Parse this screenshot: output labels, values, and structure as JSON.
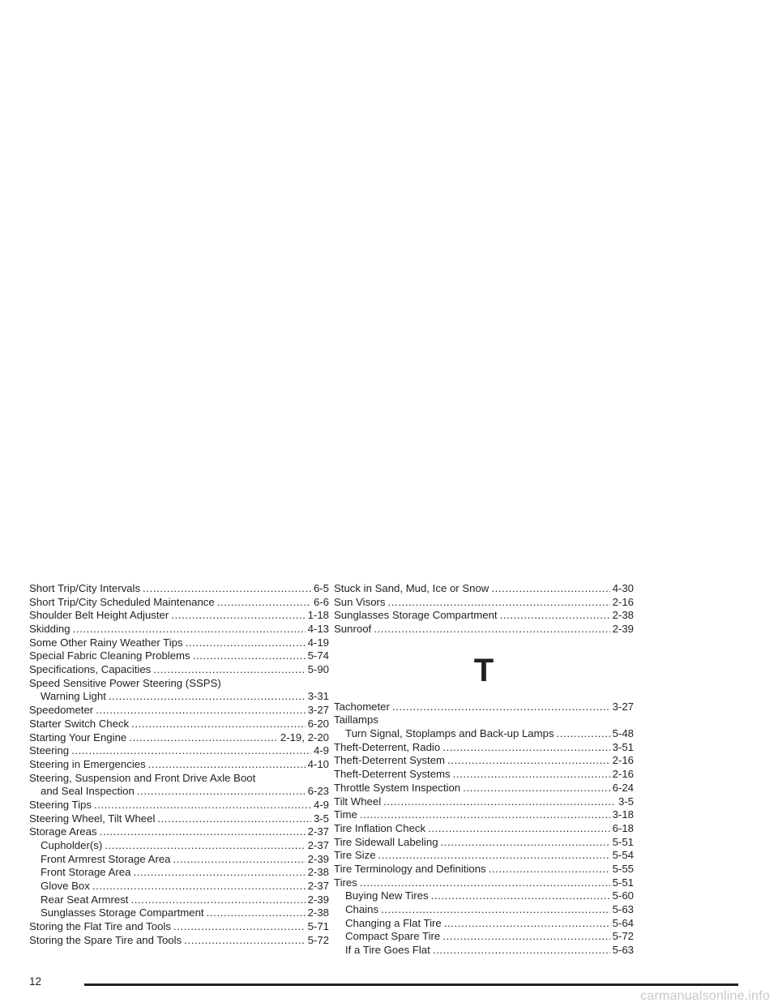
{
  "left_column": [
    {
      "type": "entry",
      "label": "Short Trip/City Intervals",
      "page": "6-5"
    },
    {
      "type": "entry",
      "label": "Short Trip/City Scheduled Maintenance",
      "page": "6-6"
    },
    {
      "type": "entry",
      "label": "Shoulder Belt Height Adjuster",
      "page": "1-18"
    },
    {
      "type": "entry",
      "label": "Skidding",
      "page": "4-13"
    },
    {
      "type": "entry",
      "label": "Some Other Rainy Weather Tips",
      "page": "4-19"
    },
    {
      "type": "entry",
      "label": "Special Fabric Cleaning Problems",
      "page": "5-74"
    },
    {
      "type": "entry",
      "label": "Specifications, Capacities",
      "page": "5-90"
    },
    {
      "type": "heading",
      "label": "Speed Sensitive Power Steering (SSPS)"
    },
    {
      "type": "entry",
      "indent": true,
      "label": "Warning Light",
      "page": "3-31"
    },
    {
      "type": "entry",
      "label": "Speedometer",
      "page": "3-27"
    },
    {
      "type": "entry",
      "label": "Starter Switch Check",
      "page": "6-20"
    },
    {
      "type": "entry",
      "label": "Starting Your Engine",
      "page": "2-19, 2-20"
    },
    {
      "type": "entry",
      "label": "Steering",
      "page": "4-9"
    },
    {
      "type": "entry",
      "label": "Steering in Emergencies",
      "page": "4-10"
    },
    {
      "type": "heading",
      "label": "Steering, Suspension and Front Drive Axle Boot"
    },
    {
      "type": "entry",
      "indent": true,
      "label": "and Seal Inspection",
      "page": "6-23"
    },
    {
      "type": "entry",
      "label": "Steering Tips",
      "page": "4-9"
    },
    {
      "type": "entry",
      "label": "Steering Wheel, Tilt Wheel",
      "page": "3-5"
    },
    {
      "type": "entry",
      "label": "Storage Areas",
      "page": "2-37"
    },
    {
      "type": "entry",
      "indent": true,
      "label": "Cupholder(s)",
      "page": "2-37"
    },
    {
      "type": "entry",
      "indent": true,
      "label": "Front Armrest Storage Area",
      "page": "2-39"
    },
    {
      "type": "entry",
      "indent": true,
      "label": "Front Storage Area",
      "page": "2-38"
    },
    {
      "type": "entry",
      "indent": true,
      "label": "Glove Box",
      "page": "2-37"
    },
    {
      "type": "entry",
      "indent": true,
      "label": "Rear Seat Armrest",
      "page": "2-39"
    },
    {
      "type": "entry",
      "indent": true,
      "label": "Sunglasses Storage Compartment",
      "page": "2-38"
    },
    {
      "type": "entry",
      "label": "Storing the Flat Tire and Tools",
      "page": "5-71"
    },
    {
      "type": "entry",
      "label": "Storing the Spare Tire and Tools",
      "page": "5-72"
    }
  ],
  "right_column": [
    {
      "type": "entry",
      "label": "Stuck in Sand, Mud, Ice or Snow",
      "page": "4-30"
    },
    {
      "type": "entry",
      "label": "Sun Visors",
      "page": "2-16"
    },
    {
      "type": "entry",
      "label": "Sunglasses Storage Compartment",
      "page": "2-38"
    },
    {
      "type": "entry",
      "label": "Sunroof",
      "page": "2-39"
    },
    {
      "type": "letter",
      "label": "T"
    },
    {
      "type": "entry",
      "label": "Tachometer",
      "page": "3-27"
    },
    {
      "type": "heading",
      "label": "Taillamps"
    },
    {
      "type": "entry",
      "indent": true,
      "label": "Turn Signal, Stoplamps and Back-up Lamps",
      "page": "5-48"
    },
    {
      "type": "entry",
      "label": "Theft-Deterrent, Radio",
      "page": "3-51"
    },
    {
      "type": "entry",
      "label": "Theft-Deterrent System",
      "page": "2-16"
    },
    {
      "type": "entry",
      "label": "Theft-Deterrent Systems",
      "page": "2-16"
    },
    {
      "type": "entry",
      "label": "Throttle System Inspection",
      "page": "6-24"
    },
    {
      "type": "entry",
      "label": "Tilt Wheel",
      "page": "3-5"
    },
    {
      "type": "entry",
      "label": "Time",
      "page": "3-18"
    },
    {
      "type": "entry",
      "label": "Tire Inflation Check",
      "page": "6-18"
    },
    {
      "type": "entry",
      "label": "Tire Sidewall Labeling",
      "page": "5-51"
    },
    {
      "type": "entry",
      "label": "Tire Size",
      "page": "5-54"
    },
    {
      "type": "entry",
      "label": "Tire Terminology and Definitions",
      "page": "5-55"
    },
    {
      "type": "entry",
      "label": "Tires",
      "page": "5-51"
    },
    {
      "type": "entry",
      "indent": true,
      "label": "Buying New Tires",
      "page": "5-60"
    },
    {
      "type": "entry",
      "indent": true,
      "label": "Chains",
      "page": "5-63"
    },
    {
      "type": "entry",
      "indent": true,
      "label": "Changing a Flat Tire",
      "page": "5-64"
    },
    {
      "type": "entry",
      "indent": true,
      "label": "Compact Spare Tire",
      "page": "5-72"
    },
    {
      "type": "entry",
      "indent": true,
      "label": "If a Tire Goes Flat",
      "page": "5-63"
    }
  ],
  "page_number": "12",
  "watermark": "carmanualsonline.info"
}
